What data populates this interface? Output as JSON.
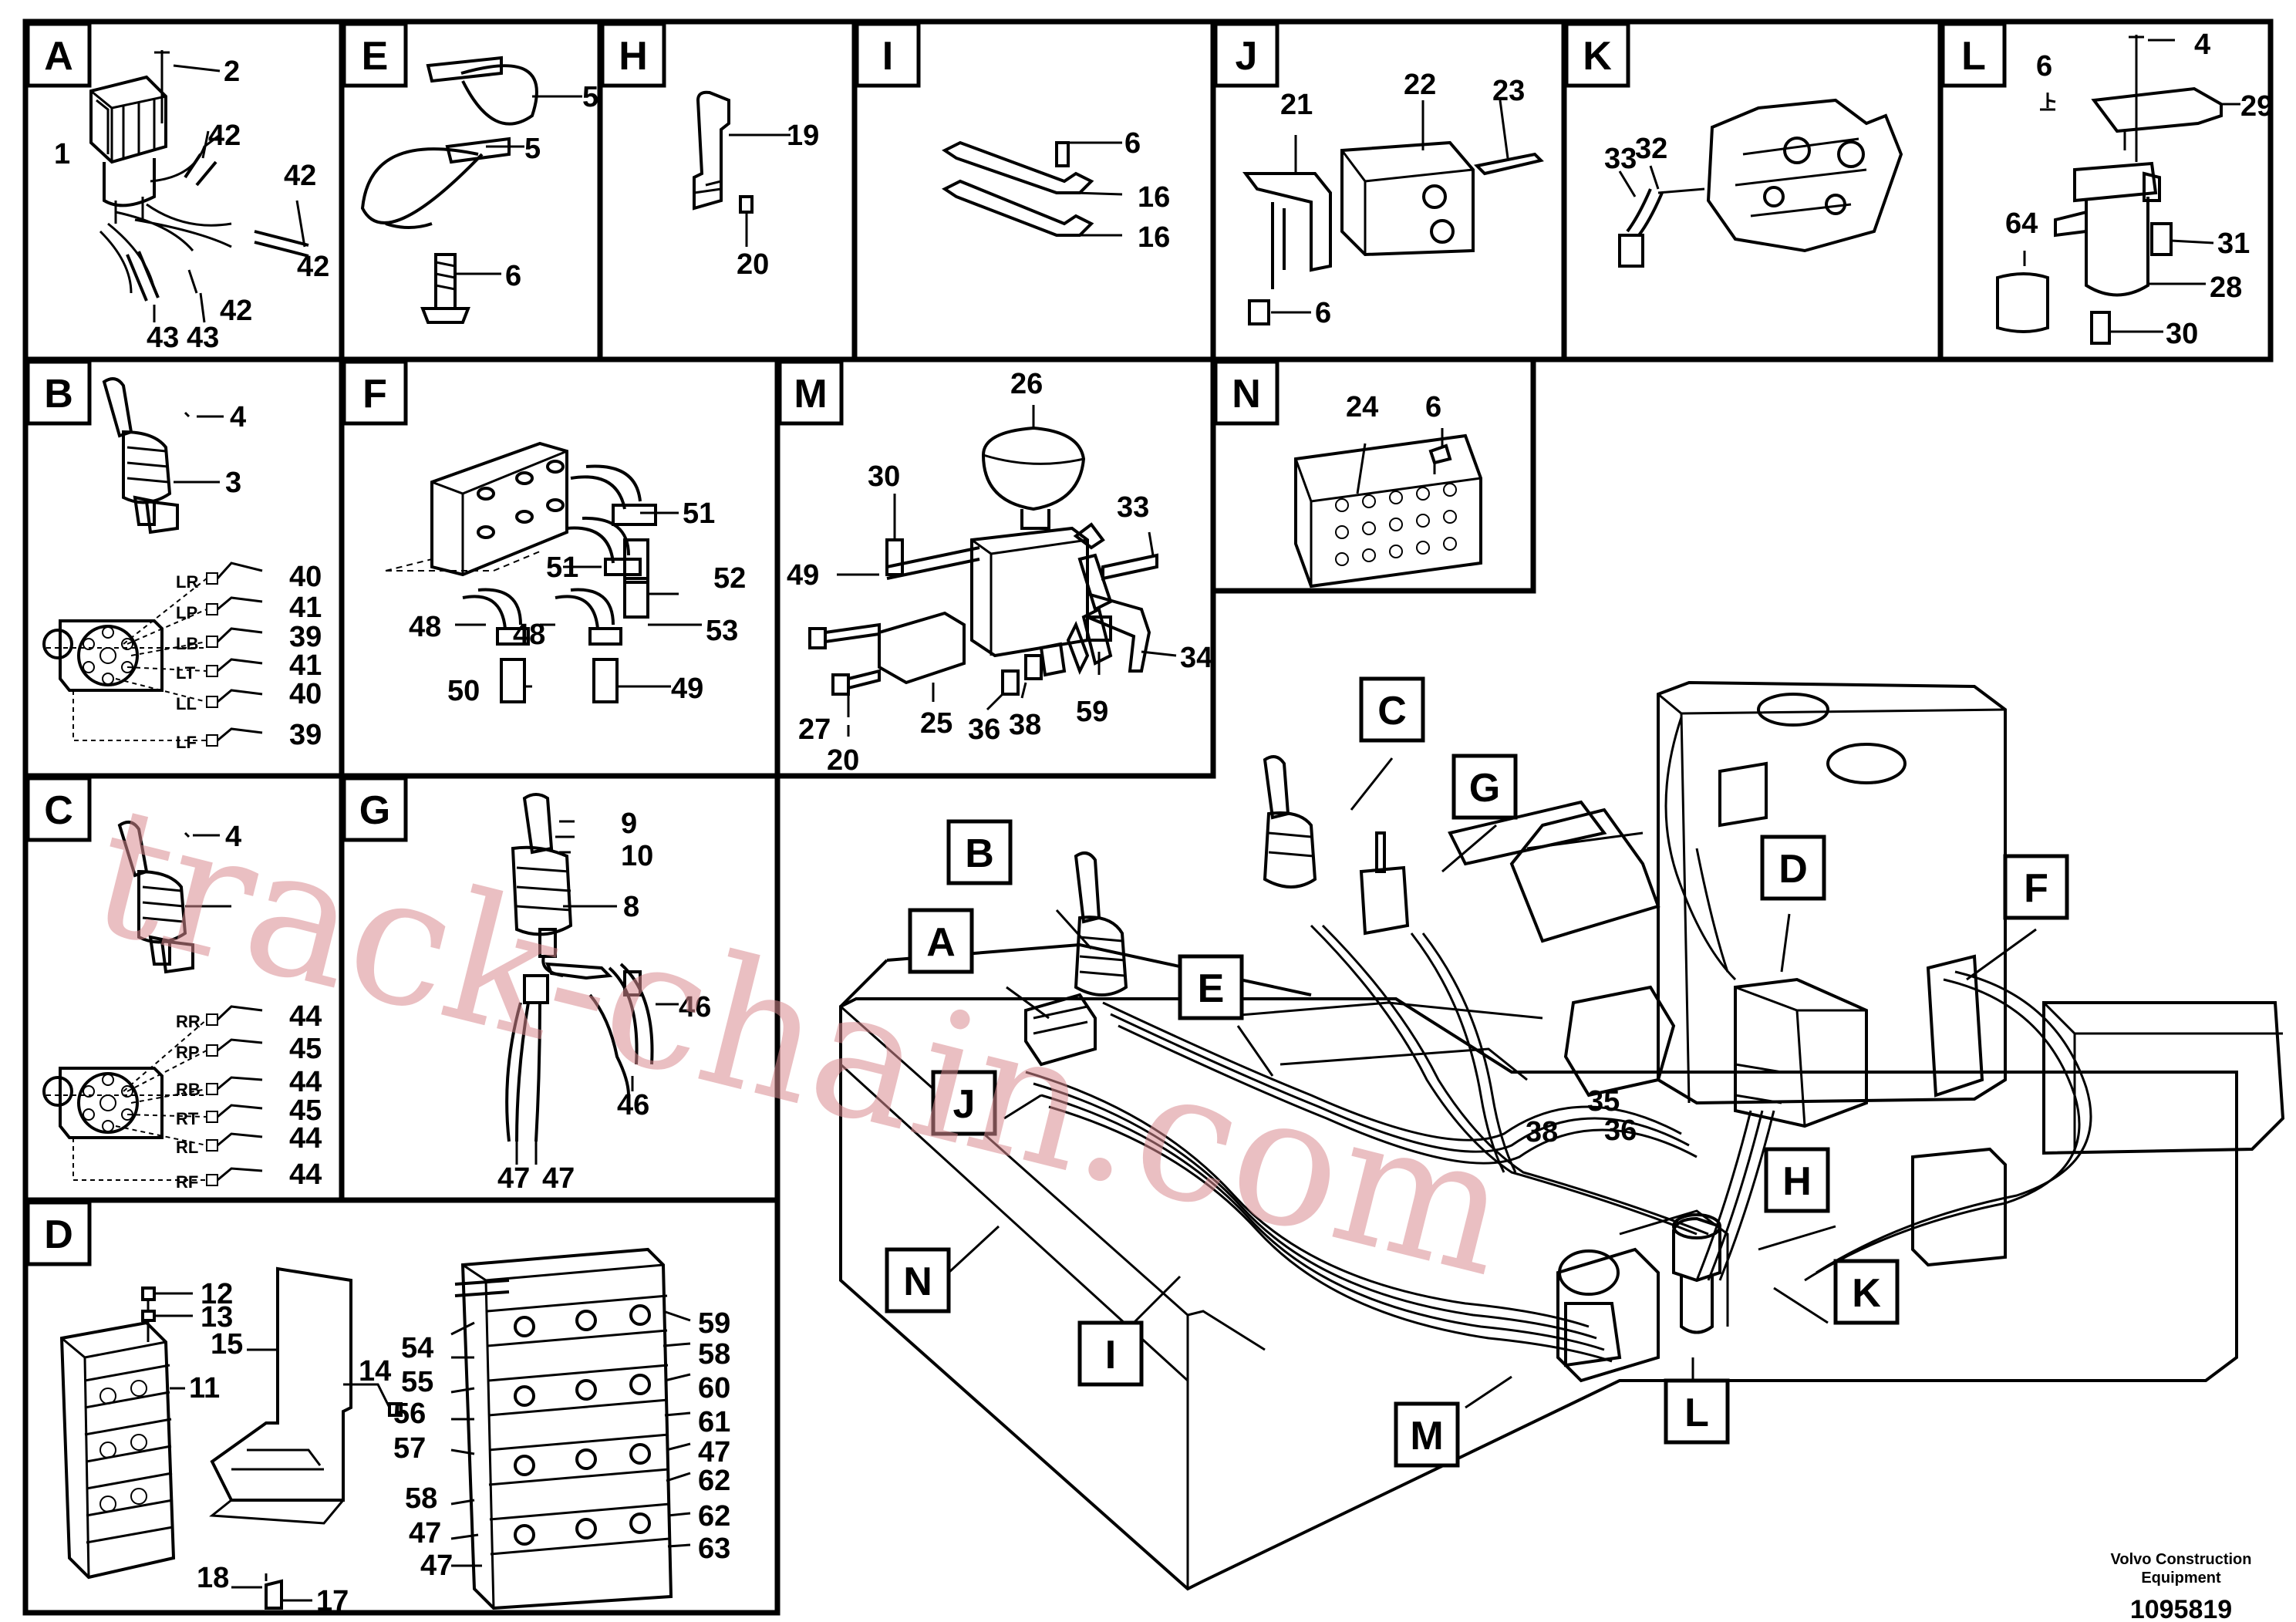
{
  "panels": [
    "A",
    "E",
    "H",
    "I",
    "J",
    "K",
    "L",
    "B",
    "F",
    "M",
    "N",
    "C",
    "G",
    "D"
  ],
  "callouts": {
    "a": [
      "1",
      "2",
      "42",
      "42",
      "42",
      "42",
      "43",
      "43"
    ],
    "e": [
      "5",
      "5",
      "6"
    ],
    "h": [
      "19",
      "20"
    ],
    "i": [
      "6",
      "16",
      "16"
    ],
    "j": [
      "21",
      "22",
      "23",
      "6"
    ],
    "k": [
      "33",
      "32"
    ],
    "l": [
      "4",
      "6",
      "29",
      "64",
      "31",
      "28",
      "30"
    ],
    "b": [
      "4",
      "3",
      "LR",
      "40",
      "LP",
      "41",
      "LB",
      "39",
      "LT",
      "41",
      "LL",
      "40",
      "LF",
      "39"
    ],
    "f": [
      "51",
      "51",
      "52",
      "53",
      "48",
      "48",
      "50",
      "49"
    ],
    "m": [
      "26",
      "30",
      "33",
      "49",
      "34",
      "59",
      "25",
      "36",
      "38",
      "27",
      "20"
    ],
    "n": [
      "24",
      "6"
    ],
    "c": [
      "4",
      "RR",
      "44",
      "RP",
      "45",
      "RB",
      "44",
      "RT",
      "45",
      "RL",
      "44",
      "RF",
      "44"
    ],
    "g": [
      "9",
      "10",
      "8",
      "46",
      "46",
      "47",
      "47"
    ],
    "d": [
      "12",
      "13",
      "15",
      "14",
      "11",
      "18",
      "17",
      "54",
      "55",
      "56",
      "57",
      "58",
      "47",
      "47",
      "59",
      "58",
      "60",
      "61",
      "47",
      "62",
      "62",
      "63"
    ]
  },
  "main_callouts": [
    "B",
    "A",
    "E",
    "J",
    "C",
    "G",
    "D",
    "F",
    "H",
    "K",
    "L",
    "M",
    "I",
    "N"
  ],
  "main_numbers": [
    "35",
    "36",
    "38"
  ],
  "footer": {
    "brand_line1": "Volvo Construction",
    "brand_line2": "Equipment",
    "drawing_number": "1095819"
  },
  "watermark": "track-chain.com"
}
